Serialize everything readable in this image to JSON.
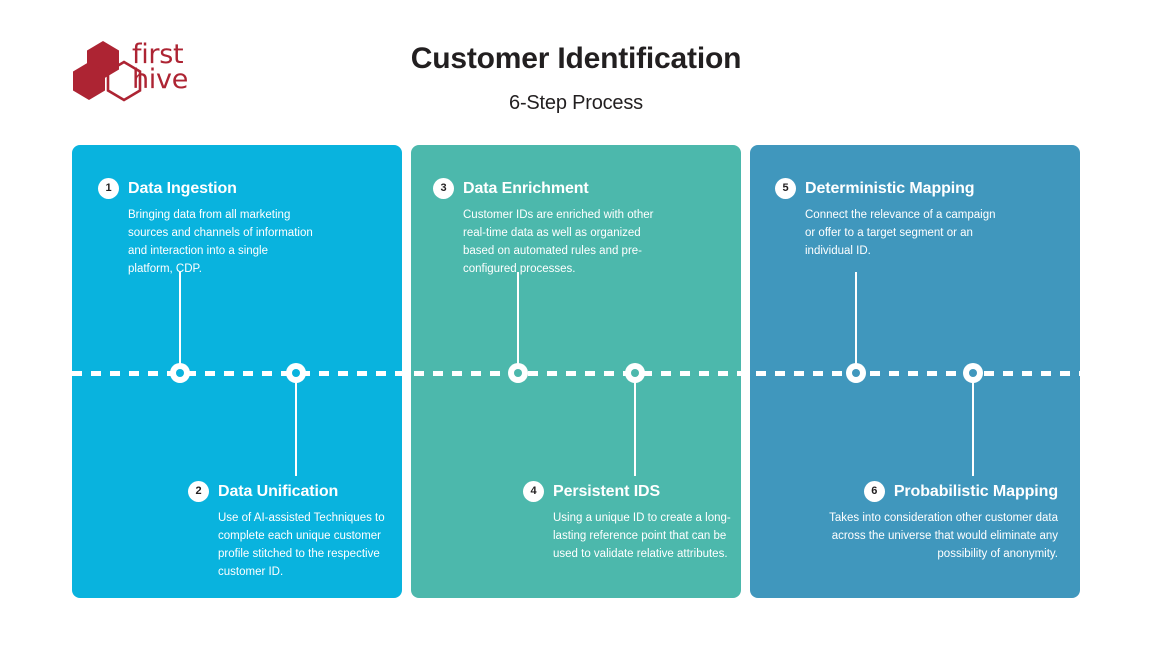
{
  "brand": {
    "logo_first": "first",
    "logo_hive": "hive",
    "logo_color": "#ad2433"
  },
  "header": {
    "title": "Customer Identification",
    "subtitle": "6-Step Process"
  },
  "panels": [
    {
      "id": "panel-1",
      "color": "#09b3de"
    },
    {
      "id": "panel-2",
      "color": "#4cb8ac"
    },
    {
      "id": "panel-3",
      "color": "#4097bd"
    }
  ],
  "steps": [
    {
      "number": "1",
      "title": "Data Ingestion",
      "description": "Bringing data from all marketing sources and channels of information and interaction into a single platform, CDP.",
      "position": "above",
      "align": "left"
    },
    {
      "number": "2",
      "title": "Data Unification",
      "description": "Use of AI-assisted Techniques to complete each unique customer profile stitched to the respective customer ID.",
      "position": "below",
      "align": "left"
    },
    {
      "number": "3",
      "title": "Data Enrichment",
      "description": "Customer IDs are enriched with other real-time data as well as organized based on automated rules and pre-configured processes.",
      "position": "above",
      "align": "left"
    },
    {
      "number": "4",
      "title": "Persistent IDS",
      "description": "Using a unique ID to create a long-lasting reference point that can be used to validate relative attributes.",
      "position": "below",
      "align": "left"
    },
    {
      "number": "5",
      "title": "Deterministic Mapping",
      "description": "Connect the relevance of a campaign or offer to a target segment or an individual ID.",
      "position": "above",
      "align": "left"
    },
    {
      "number": "6",
      "title": "Probabilistic Mapping",
      "description": "Takes into consideration other customer data across the universe that would eliminate any possibility of anonymity.",
      "position": "below",
      "align": "right"
    }
  ]
}
